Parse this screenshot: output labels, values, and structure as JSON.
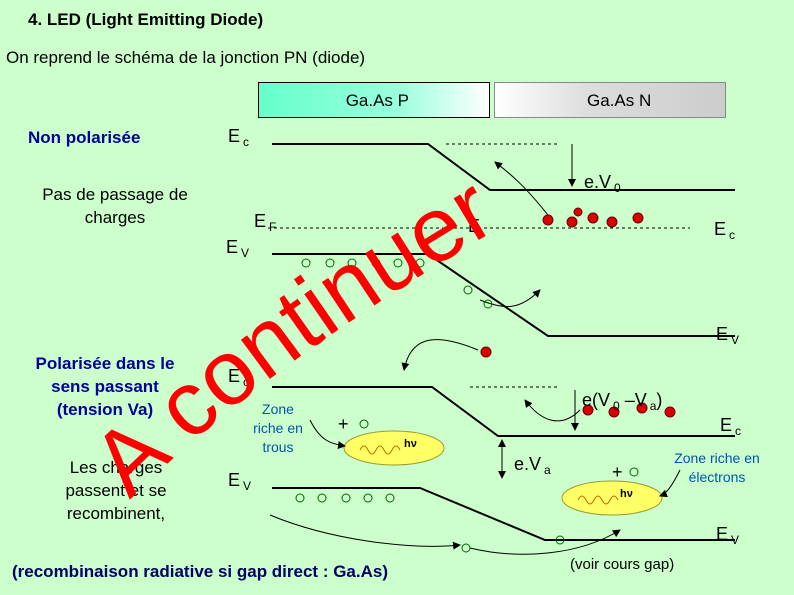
{
  "header": {
    "title": "4. LED (Light Emitting Diode)",
    "subtitle": "On reprend le schéma de la jonction PN (diode)"
  },
  "regions": {
    "p_label": "Ga.As P",
    "n_label": "Ga.As N"
  },
  "left_text": {
    "non_polarisee": "Non polarisée",
    "pas_de_passage": "Pas de passage de charges",
    "polarisee": "Polarisée dans le sens passant (tension Va)",
    "charges_passent": "Les charges passent et se recombinent,"
  },
  "band_labels": {
    "ec_top": "E",
    "ec_top_sub": "c",
    "ef": "E",
    "ef_sub": "F",
    "ev_top": "E",
    "ev_top_sub": "V",
    "ef_right": "E",
    "ec_right": "E",
    "ec_right_sub": "c",
    "ev_right": "E",
    "ev_right_sub": "V",
    "ev0": "e.V",
    "ev0_sub": "0",
    "ec_bot": "E",
    "ec_bot_sub": "c",
    "ev_bot": "E",
    "ev_bot_sub": "V",
    "ecv_a": "e(V",
    "ecv_a_sub1": "0",
    "ecv_a_mid": " –V",
    "ecv_a_sub2": "a",
    "ecv_a_end": ")",
    "ec_bot_right": "E",
    "ec_bot_right_sub": "c",
    "ev_bot_right": "E",
    "ev_bot_right_sub": "V",
    "eva": "e.V",
    "eva_sub": "a"
  },
  "zones": {
    "trous": "Zone riche en trous",
    "electrons": "Zone riche en électrons"
  },
  "symbols": {
    "plus": "+",
    "photon": "hν"
  },
  "watermark": {
    "text": "A continuer",
    "color": "#ff0000"
  },
  "footer": {
    "left": "(recombinaison radiative si gap direct : Ga.As)",
    "right": "(voir cours gap)"
  },
  "colors": {
    "background": "#ccffcc",
    "electron": "#dd0000",
    "text_blue": "#000099",
    "zone_blue": "#0055aa",
    "ellipse": "#ffff66"
  }
}
